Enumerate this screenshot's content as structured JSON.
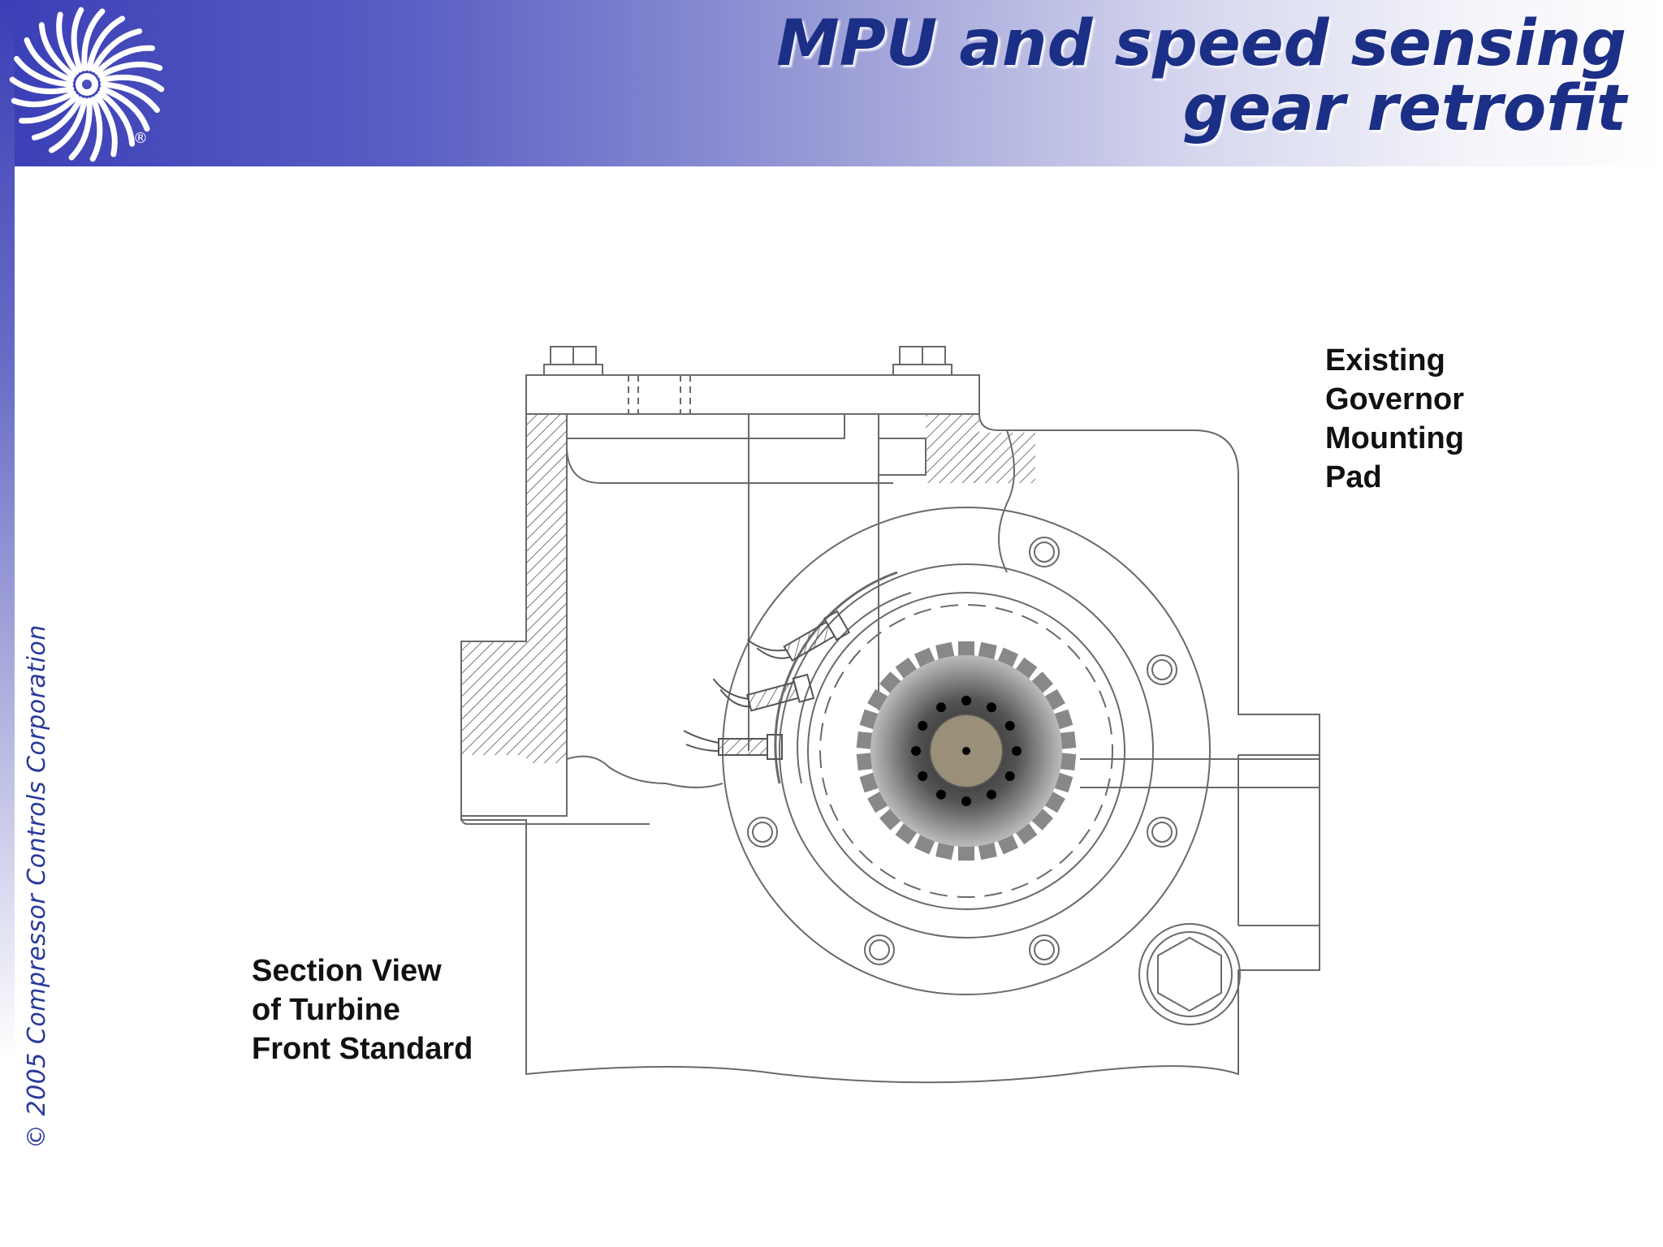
{
  "slide": {
    "title_line1": "MPU and speed sensing",
    "title_line2": "gear retrofit",
    "copyright": "© 2005 Compressor Controls Corporation"
  },
  "labels": {
    "governor": [
      "Existing",
      "Governor",
      "Mounting",
      "Pad"
    ],
    "section": [
      "Section View",
      "of Turbine",
      "Front Standard"
    ]
  },
  "logo": {
    "registered_mark": "®"
  },
  "colors": {
    "header_start": "#3b3fb6",
    "title": "#1c2f86",
    "copyright": "#2a3a9a",
    "line": "#6a6a6a"
  }
}
